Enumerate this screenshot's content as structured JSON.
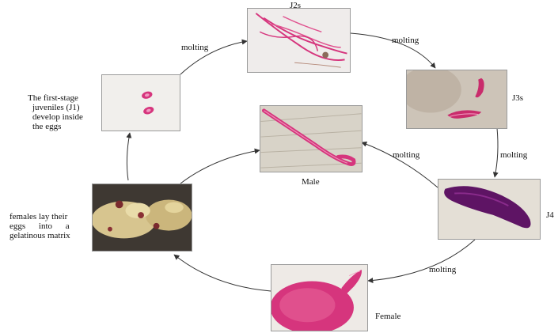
{
  "stages": {
    "j2s": "J2s",
    "j3s": "J3s",
    "j4": "J4",
    "male": "Male",
    "female": "Female"
  },
  "transitions": {
    "j1_to_j2": "molting",
    "j2_to_j3": "molting",
    "j3_to_j4": "molting",
    "j4_to_male": "molting",
    "j4_to_female": "molting"
  },
  "notes": {
    "j1_line1": "The first-stage",
    "j1_line2": "juveniles (J1)",
    "j1_line3": "develop inside",
    "j1_line4": "the eggs",
    "eggs_line1": "females lay their",
    "eggs_line2": "eggs into a",
    "eggs_line3": "gelatinous matrix"
  },
  "colors": {
    "stain_pink": "#d6357d",
    "stain_purple": "#5e1464",
    "arrow": "#333333"
  }
}
